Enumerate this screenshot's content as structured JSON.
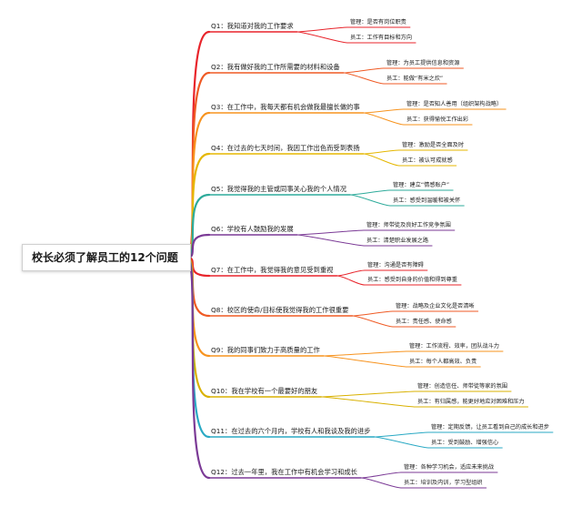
{
  "root": {
    "title": "校长必须了解员工的12个问题"
  },
  "branches": [
    {
      "color": "#e8242b",
      "question": "Q1：我知道对我的工作要求",
      "leaves": [
        "管理：是否有岗位职责",
        "员工：工作有目标和方向"
      ]
    },
    {
      "color": "#ef5a24",
      "question": "Q2：我有做好我的工作所需要的材料和设备",
      "leaves": [
        "管理：为员工提供信息和资源",
        "员工：能做“有米之炊”"
      ]
    },
    {
      "color": "#f7931e",
      "question": "Q3：在工作中，我每天都有机会做我最擅长做的事",
      "leaves": [
        "管理：是否知人善用（组织架构战略）",
        "员工：获得愉悦工作出彩"
      ]
    },
    {
      "color": "#e5b700",
      "question": "Q4：在过去的七天时间，我因工作出色而受到表扬",
      "leaves": [
        "管理：激励是否全面及时",
        "员工：被认可成就感"
      ]
    },
    {
      "color": "#2eab9b",
      "question": "Q5：我觉得我的主管或同事关心我的个人情况",
      "leaves": [
        "管理：建立“情感账户”",
        "员工：感受到温暖和被关怀"
      ]
    },
    {
      "color": "#7b3a96",
      "question": "Q6：学校有人鼓励我的发展",
      "leaves": [
        "管理：师带徒及良好工作竞争氛围",
        "员工：清楚职业发展之路"
      ]
    },
    {
      "color": "#e8242b",
      "question": "Q7：在工作中，我觉得我的意见受到重视",
      "leaves": [
        "管理：沟通是否有障碍",
        "员工：感受到自身的价值和得到尊重"
      ]
    },
    {
      "color": "#ef5a24",
      "question": "Q8：校区的使命/目标使我觉得我的工作很重要",
      "leaves": [
        "管理：战略及企业文化是否清晰",
        "员工：责任感、使命感"
      ]
    },
    {
      "color": "#f7931e",
      "question": "Q9：我的同事们致力于高质量的工作",
      "leaves": [
        "管理：工作流程、效率，团队战斗力",
        "员工：每个人都高效、负责"
      ]
    },
    {
      "color": "#d9b100",
      "question": "Q10：我在学校有一个最要好的朋友",
      "leaves": [
        "管理：创造信任、师带徒等家的氛围",
        "员工：有归属感，能更好地应对困难和压力"
      ]
    },
    {
      "color": "#29a9c4",
      "question": "Q11：在过去的六个月内，学校有人和我谈及我的进步",
      "leaves": [
        "管理：定期反馈，让员工看到自己的成长和进步",
        "员工：受到鼓励、增强信心"
      ]
    },
    {
      "color": "#7b3a96",
      "question": "Q12：过去一年里，我在工作中有机会学习和成长",
      "leaves": [
        "管理：各种学习机会，适应未来挑战",
        "员工：培训及内训，学习型组织"
      ]
    }
  ]
}
